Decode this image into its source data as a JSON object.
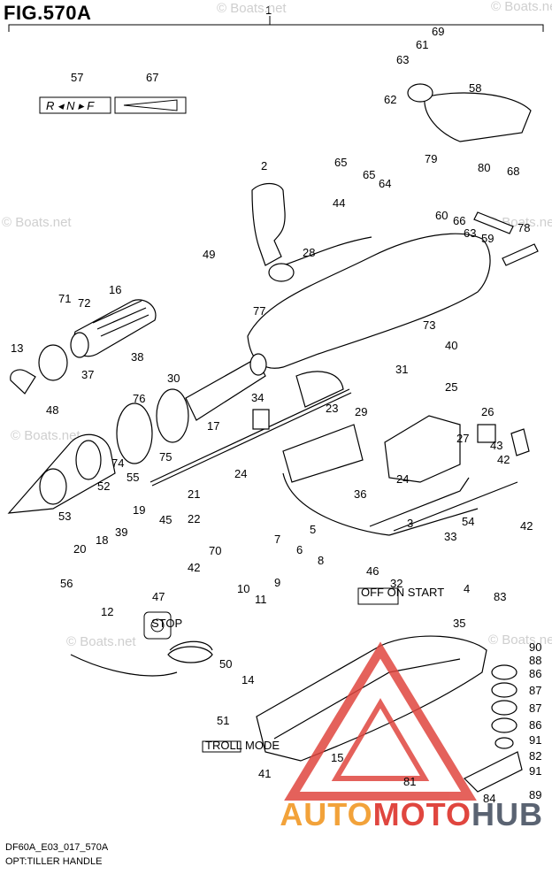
{
  "figure_title": "FIG.570A",
  "assembly_number": "1",
  "footer": {
    "code": "DF60A_E03_017_570A",
    "subtitle": "OPT:TILLER HANDLE"
  },
  "watermark": "© Boats.net",
  "brand": {
    "part1": "AUTO",
    "part2": "MOTO",
    "part3": "HUB"
  },
  "decals": {
    "gear_decal": "R ◂ N ▸ F",
    "switch_decal": "OFF  ON  START",
    "troll_mode": "TROLL MODE",
    "stop_button": "STOP"
  },
  "callouts": [
    {
      "n": "57"
    },
    {
      "n": "67"
    },
    {
      "n": "63"
    },
    {
      "n": "61"
    },
    {
      "n": "69"
    },
    {
      "n": "62"
    },
    {
      "n": "58"
    },
    {
      "n": "65"
    },
    {
      "n": "65"
    },
    {
      "n": "64"
    },
    {
      "n": "79"
    },
    {
      "n": "80"
    },
    {
      "n": "68"
    },
    {
      "n": "2"
    },
    {
      "n": "44"
    },
    {
      "n": "60"
    },
    {
      "n": "66"
    },
    {
      "n": "63"
    },
    {
      "n": "59"
    },
    {
      "n": "78"
    },
    {
      "n": "49"
    },
    {
      "n": "28"
    },
    {
      "n": "71"
    },
    {
      "n": "72"
    },
    {
      "n": "16"
    },
    {
      "n": "77"
    },
    {
      "n": "73"
    },
    {
      "n": "40"
    },
    {
      "n": "13"
    },
    {
      "n": "38"
    },
    {
      "n": "31"
    },
    {
      "n": "37"
    },
    {
      "n": "25"
    },
    {
      "n": "30"
    },
    {
      "n": "48"
    },
    {
      "n": "76"
    },
    {
      "n": "34"
    },
    {
      "n": "23"
    },
    {
      "n": "29"
    },
    {
      "n": "26"
    },
    {
      "n": "17"
    },
    {
      "n": "27"
    },
    {
      "n": "43"
    },
    {
      "n": "75"
    },
    {
      "n": "74"
    },
    {
      "n": "42"
    },
    {
      "n": "55"
    },
    {
      "n": "24"
    },
    {
      "n": "24"
    },
    {
      "n": "52"
    },
    {
      "n": "53"
    },
    {
      "n": "21"
    },
    {
      "n": "36"
    },
    {
      "n": "19"
    },
    {
      "n": "22"
    },
    {
      "n": "45"
    },
    {
      "n": "3"
    },
    {
      "n": "54"
    },
    {
      "n": "42"
    },
    {
      "n": "18"
    },
    {
      "n": "39"
    },
    {
      "n": "33"
    },
    {
      "n": "20"
    },
    {
      "n": "70"
    },
    {
      "n": "5"
    },
    {
      "n": "7"
    },
    {
      "n": "6"
    },
    {
      "n": "8"
    },
    {
      "n": "42"
    },
    {
      "n": "46"
    },
    {
      "n": "32"
    },
    {
      "n": "4"
    },
    {
      "n": "9"
    },
    {
      "n": "56"
    },
    {
      "n": "47"
    },
    {
      "n": "10"
    },
    {
      "n": "11"
    },
    {
      "n": "83"
    },
    {
      "n": "12"
    },
    {
      "n": "35"
    },
    {
      "n": "90"
    },
    {
      "n": "88"
    },
    {
      "n": "86"
    },
    {
      "n": "50"
    },
    {
      "n": "87"
    },
    {
      "n": "14"
    },
    {
      "n": "87"
    },
    {
      "n": "86"
    },
    {
      "n": "51"
    },
    {
      "n": "91"
    },
    {
      "n": "15"
    },
    {
      "n": "82"
    },
    {
      "n": "41"
    },
    {
      "n": "81"
    },
    {
      "n": "91"
    },
    {
      "n": "89"
    },
    {
      "n": "84"
    }
  ]
}
